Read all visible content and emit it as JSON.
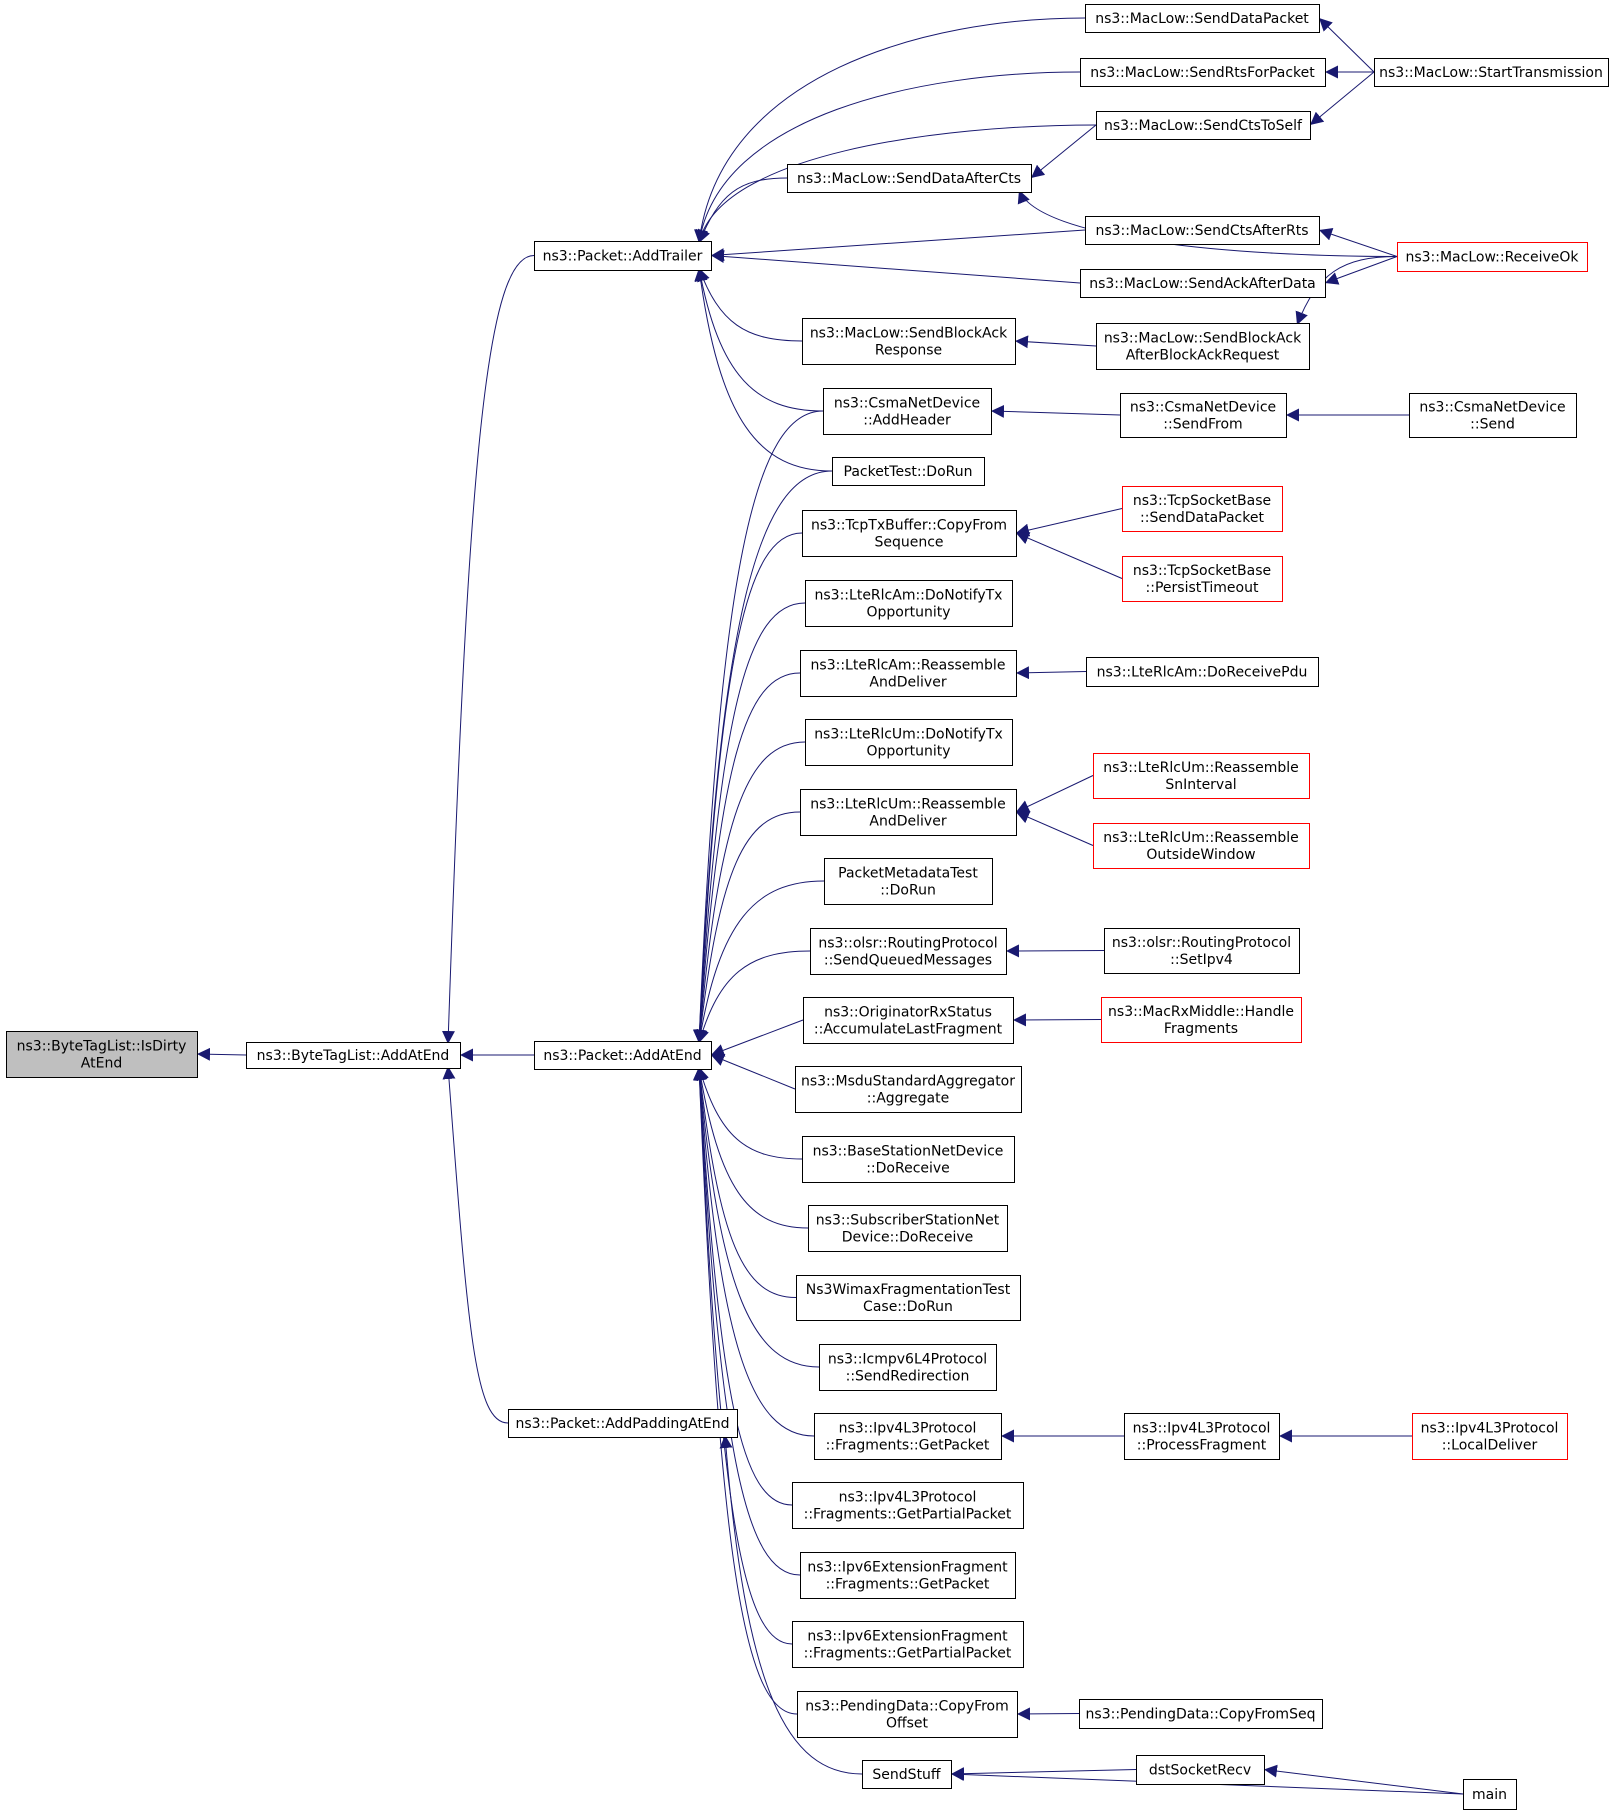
{
  "graph": {
    "edge_color": "#191970",
    "nodes": [
      {
        "id": "bytetaglist_isdirtyatend",
        "lines": [
          "ns3::ByteTagList::IsDirty",
          "AtEnd"
        ],
        "style": "focus"
      },
      {
        "id": "bytetaglist_addatend",
        "lines": [
          "ns3::ByteTagList::AddAtEnd"
        ],
        "style": "normal"
      },
      {
        "id": "packet_addtrailer",
        "lines": [
          "ns3::Packet::AddTrailer"
        ],
        "style": "normal"
      },
      {
        "id": "packet_addatend",
        "lines": [
          "ns3::Packet::AddAtEnd"
        ],
        "style": "normal"
      },
      {
        "id": "packet_addpaddingatend",
        "lines": [
          "ns3::Packet::AddPaddingAtEnd"
        ],
        "style": "normal"
      },
      {
        "id": "maclow_senddatapacket",
        "lines": [
          "ns3::MacLow::SendDataPacket"
        ],
        "style": "normal"
      },
      {
        "id": "maclow_sendrtsforpacket",
        "lines": [
          "ns3::MacLow::SendRtsForPacket"
        ],
        "style": "normal"
      },
      {
        "id": "maclow_sendctstoself",
        "lines": [
          "ns3::MacLow::SendCtsToSelf"
        ],
        "style": "normal"
      },
      {
        "id": "maclow_senddataaftercts",
        "lines": [
          "ns3::MacLow::SendDataAfterCts"
        ],
        "style": "normal"
      },
      {
        "id": "maclow_sendctsafterrts",
        "lines": [
          "ns3::MacLow::SendCtsAfterRts"
        ],
        "style": "normal"
      },
      {
        "id": "maclow_sendackafterdata",
        "lines": [
          "ns3::MacLow::SendAckAfterData"
        ],
        "style": "normal"
      },
      {
        "id": "maclow_sendblockackresponse",
        "lines": [
          "ns3::MacLow::SendBlockAck",
          "Response"
        ],
        "style": "normal"
      },
      {
        "id": "maclow_sendblockackafterbar",
        "lines": [
          "ns3::MacLow::SendBlockAck",
          "AfterBlockAckRequest"
        ],
        "style": "normal"
      },
      {
        "id": "maclow_starttransmission",
        "lines": [
          "ns3::MacLow::StartTransmission"
        ],
        "style": "normal"
      },
      {
        "id": "maclow_receiveok",
        "lines": [
          "ns3::MacLow::ReceiveOk"
        ],
        "style": "truncated"
      },
      {
        "id": "csma_addheader",
        "lines": [
          "ns3::CsmaNetDevice",
          "::AddHeader"
        ],
        "style": "normal"
      },
      {
        "id": "csma_sendfrom",
        "lines": [
          "ns3::CsmaNetDevice",
          "::SendFrom"
        ],
        "style": "normal"
      },
      {
        "id": "csma_send",
        "lines": [
          "ns3::CsmaNetDevice",
          "::Send"
        ],
        "style": "normal"
      },
      {
        "id": "packettest_dorun",
        "lines": [
          "PacketTest::DoRun"
        ],
        "style": "normal"
      },
      {
        "id": "tcptxbuffer_copyfromsequence",
        "lines": [
          "ns3::TcpTxBuffer::CopyFrom",
          "Sequence"
        ],
        "style": "normal"
      },
      {
        "id": "tcpsocketbase_senddatapacket",
        "lines": [
          "ns3::TcpSocketBase",
          "::SendDataPacket"
        ],
        "style": "truncated"
      },
      {
        "id": "tcpsocketbase_persisttimeout",
        "lines": [
          "ns3::TcpSocketBase",
          "::PersistTimeout"
        ],
        "style": "truncated"
      },
      {
        "id": "lterlcam_donotifytxopportunity",
        "lines": [
          "ns3::LteRlcAm::DoNotifyTx",
          "Opportunity"
        ],
        "style": "normal"
      },
      {
        "id": "lterlcam_reassembleanddeliver",
        "lines": [
          "ns3::LteRlcAm::Reassemble",
          "AndDeliver"
        ],
        "style": "normal"
      },
      {
        "id": "lterlcam_doreceivepdu",
        "lines": [
          "ns3::LteRlcAm::DoReceivePdu"
        ],
        "style": "normal"
      },
      {
        "id": "lterlcum_donotifytxopportunity",
        "lines": [
          "ns3::LteRlcUm::DoNotifyTx",
          "Opportunity"
        ],
        "style": "normal"
      },
      {
        "id": "lterlcum_reassembleanddeliver",
        "lines": [
          "ns3::LteRlcUm::Reassemble",
          "AndDeliver"
        ],
        "style": "normal"
      },
      {
        "id": "lterlcum_reassemblesninterval",
        "lines": [
          "ns3::LteRlcUm::Reassemble",
          "SnInterval"
        ],
        "style": "truncated"
      },
      {
        "id": "lterlcum_reassembleoutsidewindow",
        "lines": [
          "ns3::LteRlcUm::Reassemble",
          "OutsideWindow"
        ],
        "style": "truncated"
      },
      {
        "id": "packetmetadatatest_dorun",
        "lines": [
          "PacketMetadataTest",
          "::DoRun"
        ],
        "style": "normal"
      },
      {
        "id": "olsr_sendqueuedmessages",
        "lines": [
          "ns3::olsr::RoutingProtocol",
          "::SendQueuedMessages"
        ],
        "style": "normal"
      },
      {
        "id": "olsr_setipv4",
        "lines": [
          "ns3::olsr::RoutingProtocol",
          "::SetIpv4"
        ],
        "style": "normal"
      },
      {
        "id": "originatorrxstatus_accumulatelastfragment",
        "lines": [
          "ns3::OriginatorRxStatus",
          "::AccumulateLastFragment"
        ],
        "style": "normal"
      },
      {
        "id": "macrxmiddle_handlefragments",
        "lines": [
          "ns3::MacRxMiddle::Handle",
          "Fragments"
        ],
        "style": "truncated"
      },
      {
        "id": "msdustandardaggregator_aggregate",
        "lines": [
          "ns3::MsduStandardAggregator",
          "::Aggregate"
        ],
        "style": "normal"
      },
      {
        "id": "basestationnetdevice_doreceive",
        "lines": [
          "ns3::BaseStationNetDevice",
          "::DoReceive"
        ],
        "style": "normal"
      },
      {
        "id": "subscriberstationnetdevice_doreceive",
        "lines": [
          "ns3::SubscriberStationNet",
          "Device::DoReceive"
        ],
        "style": "normal"
      },
      {
        "id": "ns3wimaxfragmentationtestcase_dorun",
        "lines": [
          "Ns3WimaxFragmentationTest",
          "Case::DoRun"
        ],
        "style": "normal"
      },
      {
        "id": "icmpv6l4protocol_sendredirection",
        "lines": [
          "ns3::Icmpv6L4Protocol",
          "::SendRedirection"
        ],
        "style": "normal"
      },
      {
        "id": "ipv4l3_fragments_getpacket",
        "lines": [
          "ns3::Ipv4L3Protocol",
          "::Fragments::GetPacket"
        ],
        "style": "normal"
      },
      {
        "id": "ipv4l3_processfragment",
        "lines": [
          "ns3::Ipv4L3Protocol",
          "::ProcessFragment"
        ],
        "style": "normal"
      },
      {
        "id": "ipv4l3_localdeliver",
        "lines": [
          "ns3::Ipv4L3Protocol",
          "::LocalDeliver"
        ],
        "style": "truncated"
      },
      {
        "id": "ipv4l3_fragments_getpartialpacket",
        "lines": [
          "ns3::Ipv4L3Protocol",
          "::Fragments::GetPartialPacket"
        ],
        "style": "normal"
      },
      {
        "id": "ipv6ext_fragments_getpacket",
        "lines": [
          "ns3::Ipv6ExtensionFragment",
          "::Fragments::GetPacket"
        ],
        "style": "normal"
      },
      {
        "id": "ipv6ext_fragments_getpartialpacket",
        "lines": [
          "ns3::Ipv6ExtensionFragment",
          "::Fragments::GetPartialPacket"
        ],
        "style": "normal"
      },
      {
        "id": "pendingdata_copyfromoffset",
        "lines": [
          "ns3::PendingData::CopyFrom",
          "Offset"
        ],
        "style": "normal"
      },
      {
        "id": "pendingdata_copyfromseq",
        "lines": [
          "ns3::PendingData::CopyFromSeq"
        ],
        "style": "normal"
      },
      {
        "id": "sendstuff",
        "lines": [
          "SendStuff"
        ],
        "style": "normal"
      },
      {
        "id": "dstsocketrecv",
        "lines": [
          "dstSocketRecv"
        ],
        "style": "normal"
      },
      {
        "id": "main",
        "lines": [
          "main"
        ],
        "style": "normal"
      }
    ],
    "edges": [
      {
        "from": "bytetaglist_addatend",
        "to": "bytetaglist_isdirtyatend"
      },
      {
        "from": "packet_addtrailer",
        "to": "bytetaglist_addatend"
      },
      {
        "from": "packet_addatend",
        "to": "bytetaglist_addatend"
      },
      {
        "from": "packet_addpaddingatend",
        "to": "bytetaglist_addatend"
      },
      {
        "from": "maclow_senddatapacket",
        "to": "packet_addtrailer"
      },
      {
        "from": "maclow_sendrtsforpacket",
        "to": "packet_addtrailer"
      },
      {
        "from": "maclow_sendctstoself",
        "to": "packet_addtrailer"
      },
      {
        "from": "maclow_senddataaftercts",
        "to": "packet_addtrailer"
      },
      {
        "from": "maclow_sendctsafterrts",
        "to": "packet_addtrailer"
      },
      {
        "from": "maclow_sendackafterdata",
        "to": "packet_addtrailer"
      },
      {
        "from": "maclow_sendblockackresponse",
        "to": "packet_addtrailer"
      },
      {
        "from": "csma_addheader",
        "to": "packet_addtrailer"
      },
      {
        "from": "packettest_dorun",
        "to": "packet_addtrailer"
      },
      {
        "from": "maclow_starttransmission",
        "to": "maclow_senddatapacket"
      },
      {
        "from": "maclow_starttransmission",
        "to": "maclow_sendrtsforpacket"
      },
      {
        "from": "maclow_starttransmission",
        "to": "maclow_sendctstoself"
      },
      {
        "from": "maclow_sendctstoself",
        "to": "maclow_senddataaftercts"
      },
      {
        "from": "maclow_receiveok",
        "to": "maclow_senddataaftercts"
      },
      {
        "from": "maclow_receiveok",
        "to": "maclow_sendctsafterrts"
      },
      {
        "from": "maclow_receiveok",
        "to": "maclow_sendackafterdata"
      },
      {
        "from": "maclow_receiveok",
        "to": "maclow_sendblockackafterbar"
      },
      {
        "from": "maclow_sendblockackafterbar",
        "to": "maclow_sendblockackresponse"
      },
      {
        "from": "csma_sendfrom",
        "to": "csma_addheader"
      },
      {
        "from": "csma_send",
        "to": "csma_sendfrom"
      },
      {
        "from": "csma_addheader",
        "to": "packet_addatend"
      },
      {
        "from": "packettest_dorun",
        "to": "packet_addatend"
      },
      {
        "from": "tcptxbuffer_copyfromsequence",
        "to": "packet_addatend"
      },
      {
        "from": "lterlcam_donotifytxopportunity",
        "to": "packet_addatend"
      },
      {
        "from": "lterlcam_reassembleanddeliver",
        "to": "packet_addatend"
      },
      {
        "from": "lterlcum_donotifytxopportunity",
        "to": "packet_addatend"
      },
      {
        "from": "lterlcum_reassembleanddeliver",
        "to": "packet_addatend"
      },
      {
        "from": "packetmetadatatest_dorun",
        "to": "packet_addatend"
      },
      {
        "from": "olsr_sendqueuedmessages",
        "to": "packet_addatend"
      },
      {
        "from": "originatorrxstatus_accumulatelastfragment",
        "to": "packet_addatend"
      },
      {
        "from": "msdustandardaggregator_aggregate",
        "to": "packet_addatend"
      },
      {
        "from": "basestationnetdevice_doreceive",
        "to": "packet_addatend"
      },
      {
        "from": "subscriberstationnetdevice_doreceive",
        "to": "packet_addatend"
      },
      {
        "from": "ns3wimaxfragmentationtestcase_dorun",
        "to": "packet_addatend"
      },
      {
        "from": "icmpv6l4protocol_sendredirection",
        "to": "packet_addatend"
      },
      {
        "from": "ipv4l3_fragments_getpacket",
        "to": "packet_addatend"
      },
      {
        "from": "ipv4l3_fragments_getpartialpacket",
        "to": "packet_addatend"
      },
      {
        "from": "ipv6ext_fragments_getpacket",
        "to": "packet_addatend"
      },
      {
        "from": "ipv6ext_fragments_getpartialpacket",
        "to": "packet_addatend"
      },
      {
        "from": "pendingdata_copyfromoffset",
        "to": "packet_addatend"
      },
      {
        "from": "sendstuff",
        "to": "packet_addpaddingatend"
      },
      {
        "from": "tcpsocketbase_senddatapacket",
        "to": "tcptxbuffer_copyfromsequence"
      },
      {
        "from": "tcpsocketbase_persisttimeout",
        "to": "tcptxbuffer_copyfromsequence"
      },
      {
        "from": "lterlcam_doreceivepdu",
        "to": "lterlcam_reassembleanddeliver"
      },
      {
        "from": "lterlcum_reassemblesninterval",
        "to": "lterlcum_reassembleanddeliver"
      },
      {
        "from": "lterlcum_reassembleoutsidewindow",
        "to": "lterlcum_reassembleanddeliver"
      },
      {
        "from": "olsr_setipv4",
        "to": "olsr_sendqueuedmessages"
      },
      {
        "from": "macrxmiddle_handlefragments",
        "to": "originatorrxstatus_accumulatelastfragment"
      },
      {
        "from": "ipv4l3_processfragment",
        "to": "ipv4l3_fragments_getpacket"
      },
      {
        "from": "ipv4l3_localdeliver",
        "to": "ipv4l3_processfragment"
      },
      {
        "from": "pendingdata_copyfromseq",
        "to": "pendingdata_copyfromoffset"
      },
      {
        "from": "dstsocketrecv",
        "to": "sendstuff"
      },
      {
        "from": "main",
        "to": "sendstuff"
      },
      {
        "from": "main",
        "to": "dstsocketrecv"
      }
    ]
  }
}
